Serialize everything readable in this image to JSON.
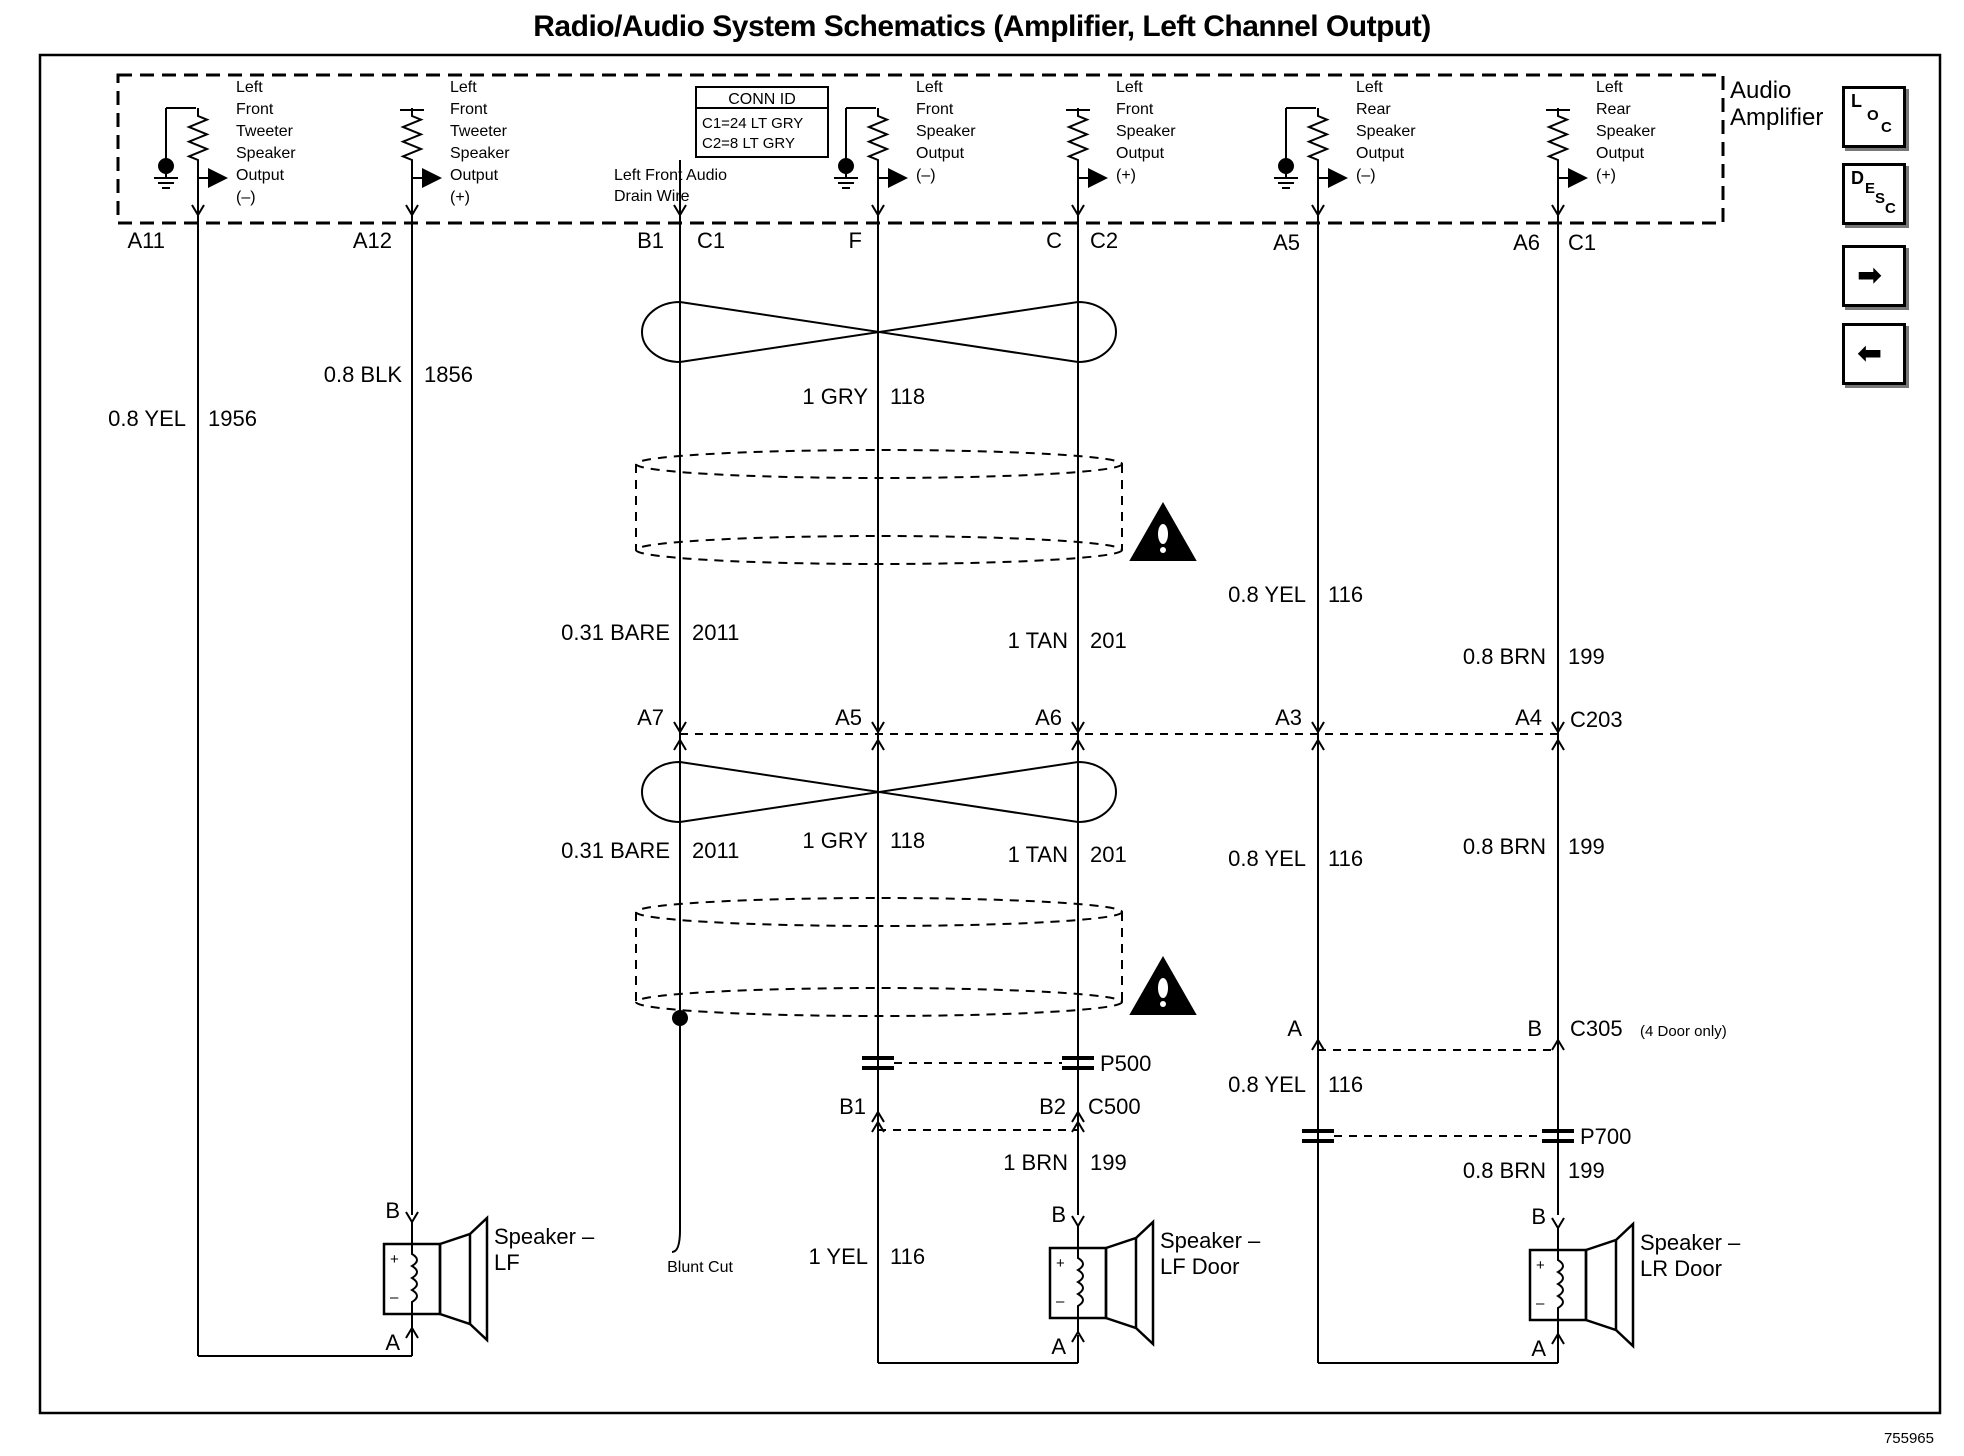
{
  "title": "Radio/Audio System Schematics (Amplifier, Left Channel Output)",
  "component": "Audio Amplifier",
  "figure_id": "755965",
  "conn_id": {
    "header": "CONN ID",
    "c1": "C1=24 LT GRY",
    "c2": "C2=8 LT GRY"
  },
  "nav": {
    "loc": [
      "L",
      "O",
      "C"
    ],
    "desc": [
      "D",
      "E",
      "S",
      "C"
    ],
    "next": "➡",
    "prev": "⬅"
  },
  "outputs": [
    [
      "Left",
      "Front",
      "Tweeter",
      "Speaker",
      "Output",
      "(–)"
    ],
    [
      "Left",
      "Front",
      "Tweeter",
      "Speaker",
      "Output",
      "(+)"
    ],
    [
      "Left",
      "Front",
      "Speaker",
      "Output",
      "(–)"
    ],
    [
      "Left",
      "Front",
      "Speaker",
      "Output",
      "(+)"
    ],
    [
      "Left",
      "Rear",
      "Speaker",
      "Output",
      "(–)"
    ],
    [
      "Left",
      "Rear",
      "Speaker",
      "Output",
      "(+)"
    ]
  ],
  "drain_label": [
    "Left Front Audio",
    "Drain Wire"
  ],
  "pins": [
    "A11",
    "A12",
    "B1",
    "C1",
    "F",
    "C",
    "C2",
    "A5",
    "A6",
    "C1"
  ],
  "wires": [
    [
      "0.8 YEL",
      "1956"
    ],
    [
      "0.8 BLK",
      "1856"
    ],
    [
      "1 GRY",
      "118"
    ],
    [
      "0.31 BARE",
      "2011"
    ],
    [
      "1 TAN",
      "201"
    ],
    [
      "0.8 YEL",
      "116"
    ],
    [
      "0.8 BRN",
      "199"
    ],
    [
      "0.31 BARE",
      "2011"
    ],
    [
      "1 GRY",
      "118"
    ],
    [
      "1 TAN",
      "201"
    ],
    [
      "0.8 YEL",
      "116"
    ],
    [
      "0.8 BRN",
      "199"
    ],
    [
      "0.8 YEL",
      "116"
    ],
    [
      "1 BRN",
      "199"
    ],
    [
      "0.8 BRN",
      "199"
    ],
    [
      "1 YEL",
      "116"
    ]
  ],
  "c203": {
    "pins": [
      "A7",
      "A5",
      "A6",
      "A3",
      "A4"
    ],
    "name": "C203"
  },
  "c305": {
    "pins": [
      "A",
      "B"
    ],
    "name": "C305",
    "note": "(4 Door only)"
  },
  "c500": {
    "pins": [
      "B1",
      "B2"
    ],
    "name": "C500"
  },
  "p500": "P500",
  "p700": "P700",
  "blunt": "Blunt Cut",
  "speakers": [
    {
      "name": [
        "Speaker –",
        "LF"
      ],
      "top": "B",
      "bottom": "A"
    },
    {
      "name": [
        "Speaker –",
        "LF Door"
      ],
      "top": "B",
      "bottom": "A"
    },
    {
      "name": [
        "Speaker –",
        "LR Door"
      ],
      "top": "B",
      "bottom": "A"
    }
  ],
  "polarity": [
    "+",
    "–"
  ]
}
